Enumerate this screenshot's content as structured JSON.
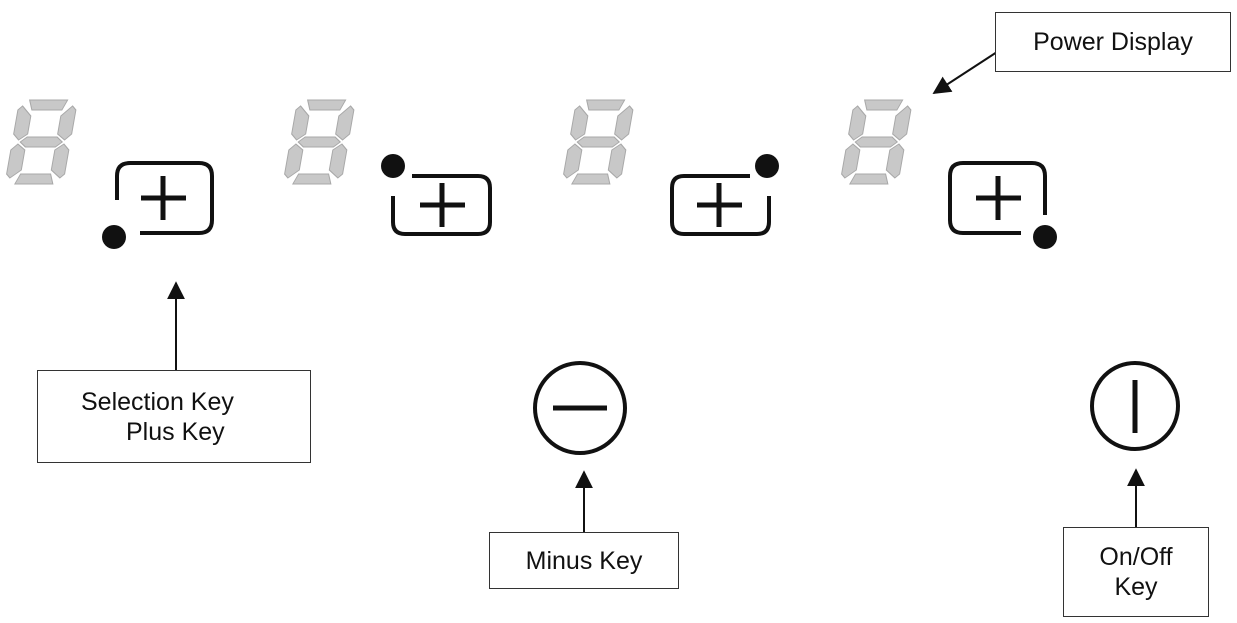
{
  "labels": {
    "power_display": "Power Display",
    "selection_key_line1": "Selection Key",
    "selection_key_line2": "Plus Key",
    "minus_key": "Minus Key",
    "on_off_line1": "On/Off",
    "on_off_line2": "Key"
  },
  "displays": [
    {
      "digit": "8"
    },
    {
      "digit": "8"
    },
    {
      "digit": "8"
    },
    {
      "digit": "8"
    }
  ],
  "colors": {
    "segment": "#c8c8c8",
    "segment_edge": "#a8a8a8",
    "stroke": "#111111"
  },
  "icons": [
    "plus-key-icon",
    "minus-key-icon",
    "power-key-icon"
  ]
}
